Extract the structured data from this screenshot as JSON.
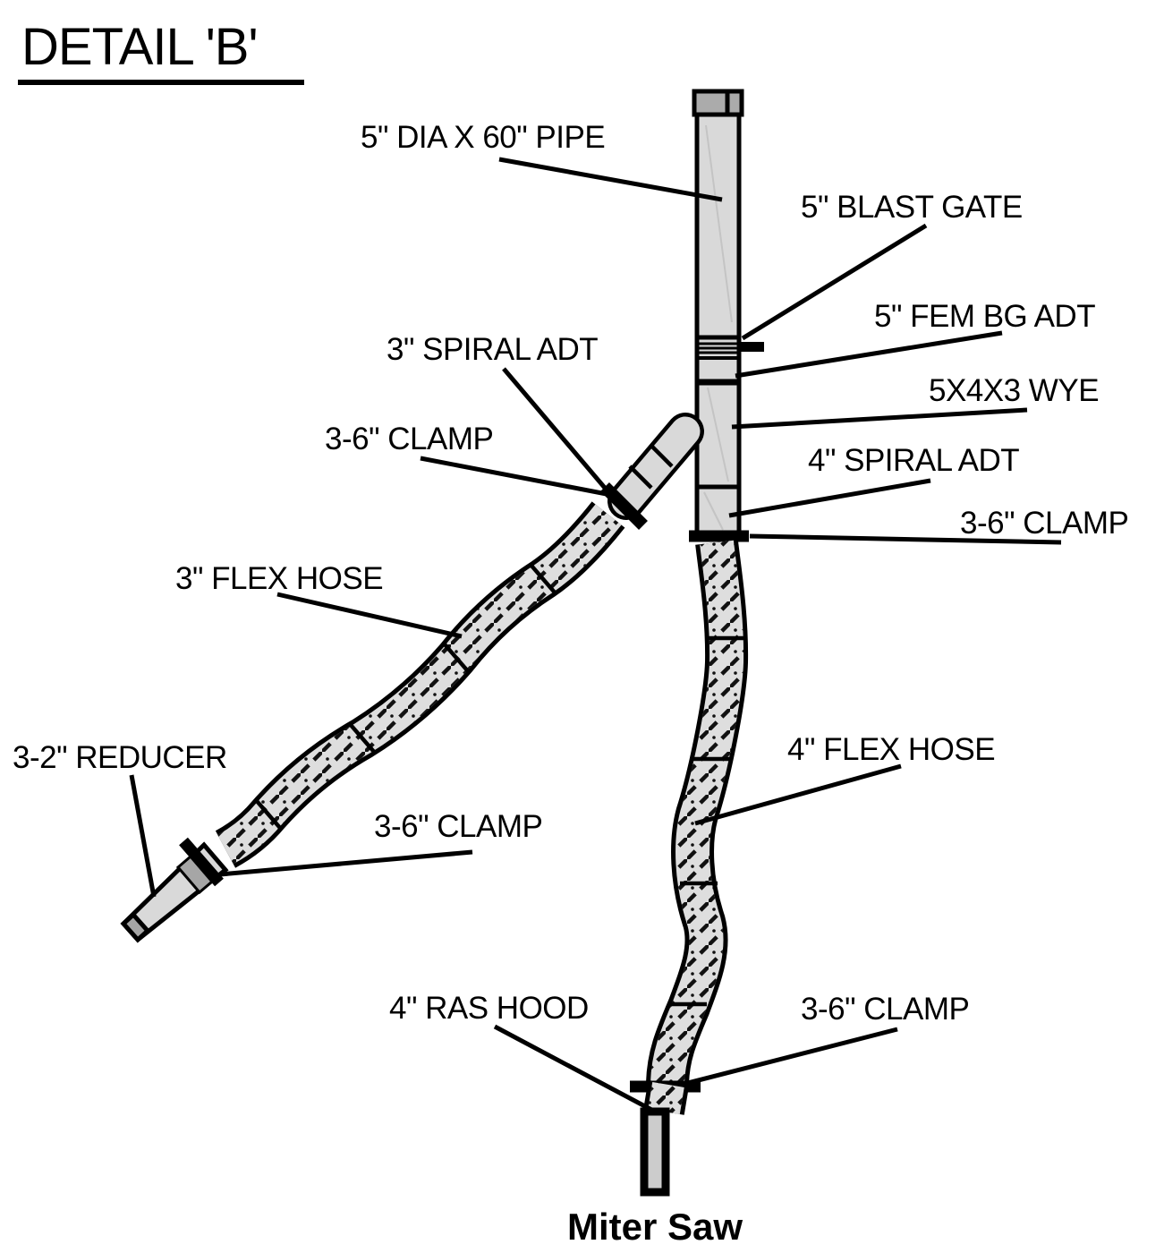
{
  "title": "DETAIL 'B'",
  "diagram": {
    "kind": "dust-collection-detail-drawing",
    "labels": {
      "pipe": "5\" DIA X 60\" PIPE",
      "blast_gate": "5\" BLAST GATE",
      "fem_bg_adt": "5\" FEM BG ADT",
      "wye": "5X4X3 WYE",
      "spiral_adt_4": "4\" SPIRAL ADT",
      "clamp_right": "3-6\" CLAMP",
      "spiral_adt_3": "3\" SPIRAL ADT",
      "clamp_left": "3-6\" CLAMP",
      "flex_hose_3": "3\" FLEX HOSE",
      "reducer": "3-2\" REDUCER",
      "clamp_mid": "3-6\" CLAMP",
      "flex_hose_4": "4\" FLEX HOSE",
      "ras_hood": "4\" RAS HOOD",
      "clamp_bottom": "3-6\" CLAMP",
      "machine": "Miter Saw"
    },
    "colors": {
      "outline": "#000000",
      "pipe_fill": "#d9d9d9",
      "cap_fill": "#ababab",
      "hose_fill": "#dedede",
      "hood_fill": "#cccccc",
      "background": "#ffffff"
    }
  }
}
